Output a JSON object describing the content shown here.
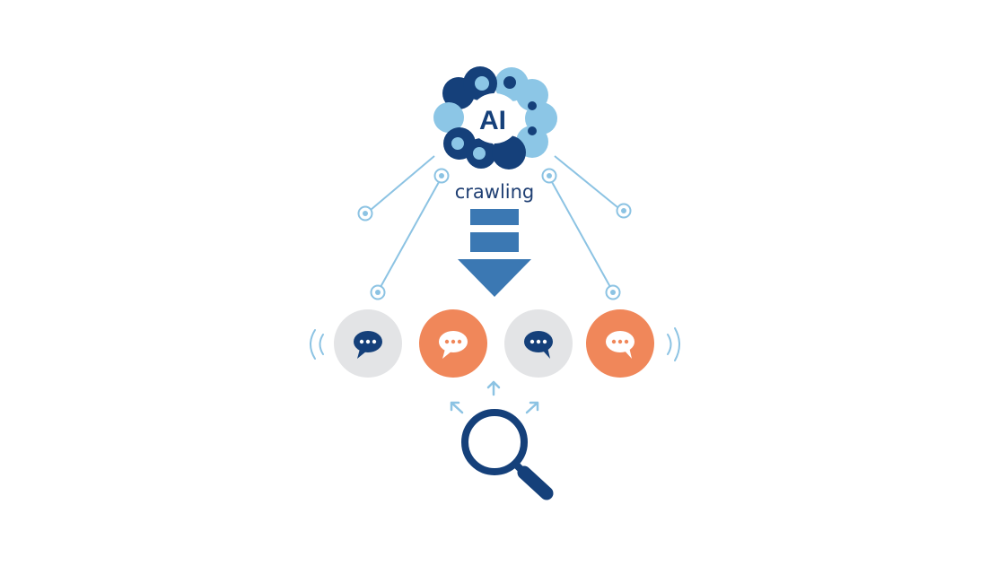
{
  "diagram": {
    "ai_badge": {
      "text": "AI",
      "icon": "ai-cluster-icon"
    },
    "process_label": "crawling",
    "arrow": {
      "icon": "down-arrow-icon",
      "direction": "down"
    },
    "chat_bubbles": [
      {
        "icon": "chat-bubble-icon",
        "style": "gray"
      },
      {
        "icon": "chat-bubble-icon",
        "style": "orange"
      },
      {
        "icon": "chat-bubble-icon",
        "style": "gray"
      },
      {
        "icon": "chat-bubble-icon",
        "style": "orange"
      }
    ],
    "search": {
      "icon": "magnifier-icon"
    },
    "connectors": {
      "left_count": 2,
      "right_count": 2
    }
  },
  "colors": {
    "navy": "#15407a",
    "light_blue": "#8cc6e6",
    "arrow_blue": "#3b78b3",
    "connector_blue": "#8cc3e3",
    "orange": "#f0875a",
    "gray": "#e3e4e6",
    "white": "#ffffff"
  }
}
